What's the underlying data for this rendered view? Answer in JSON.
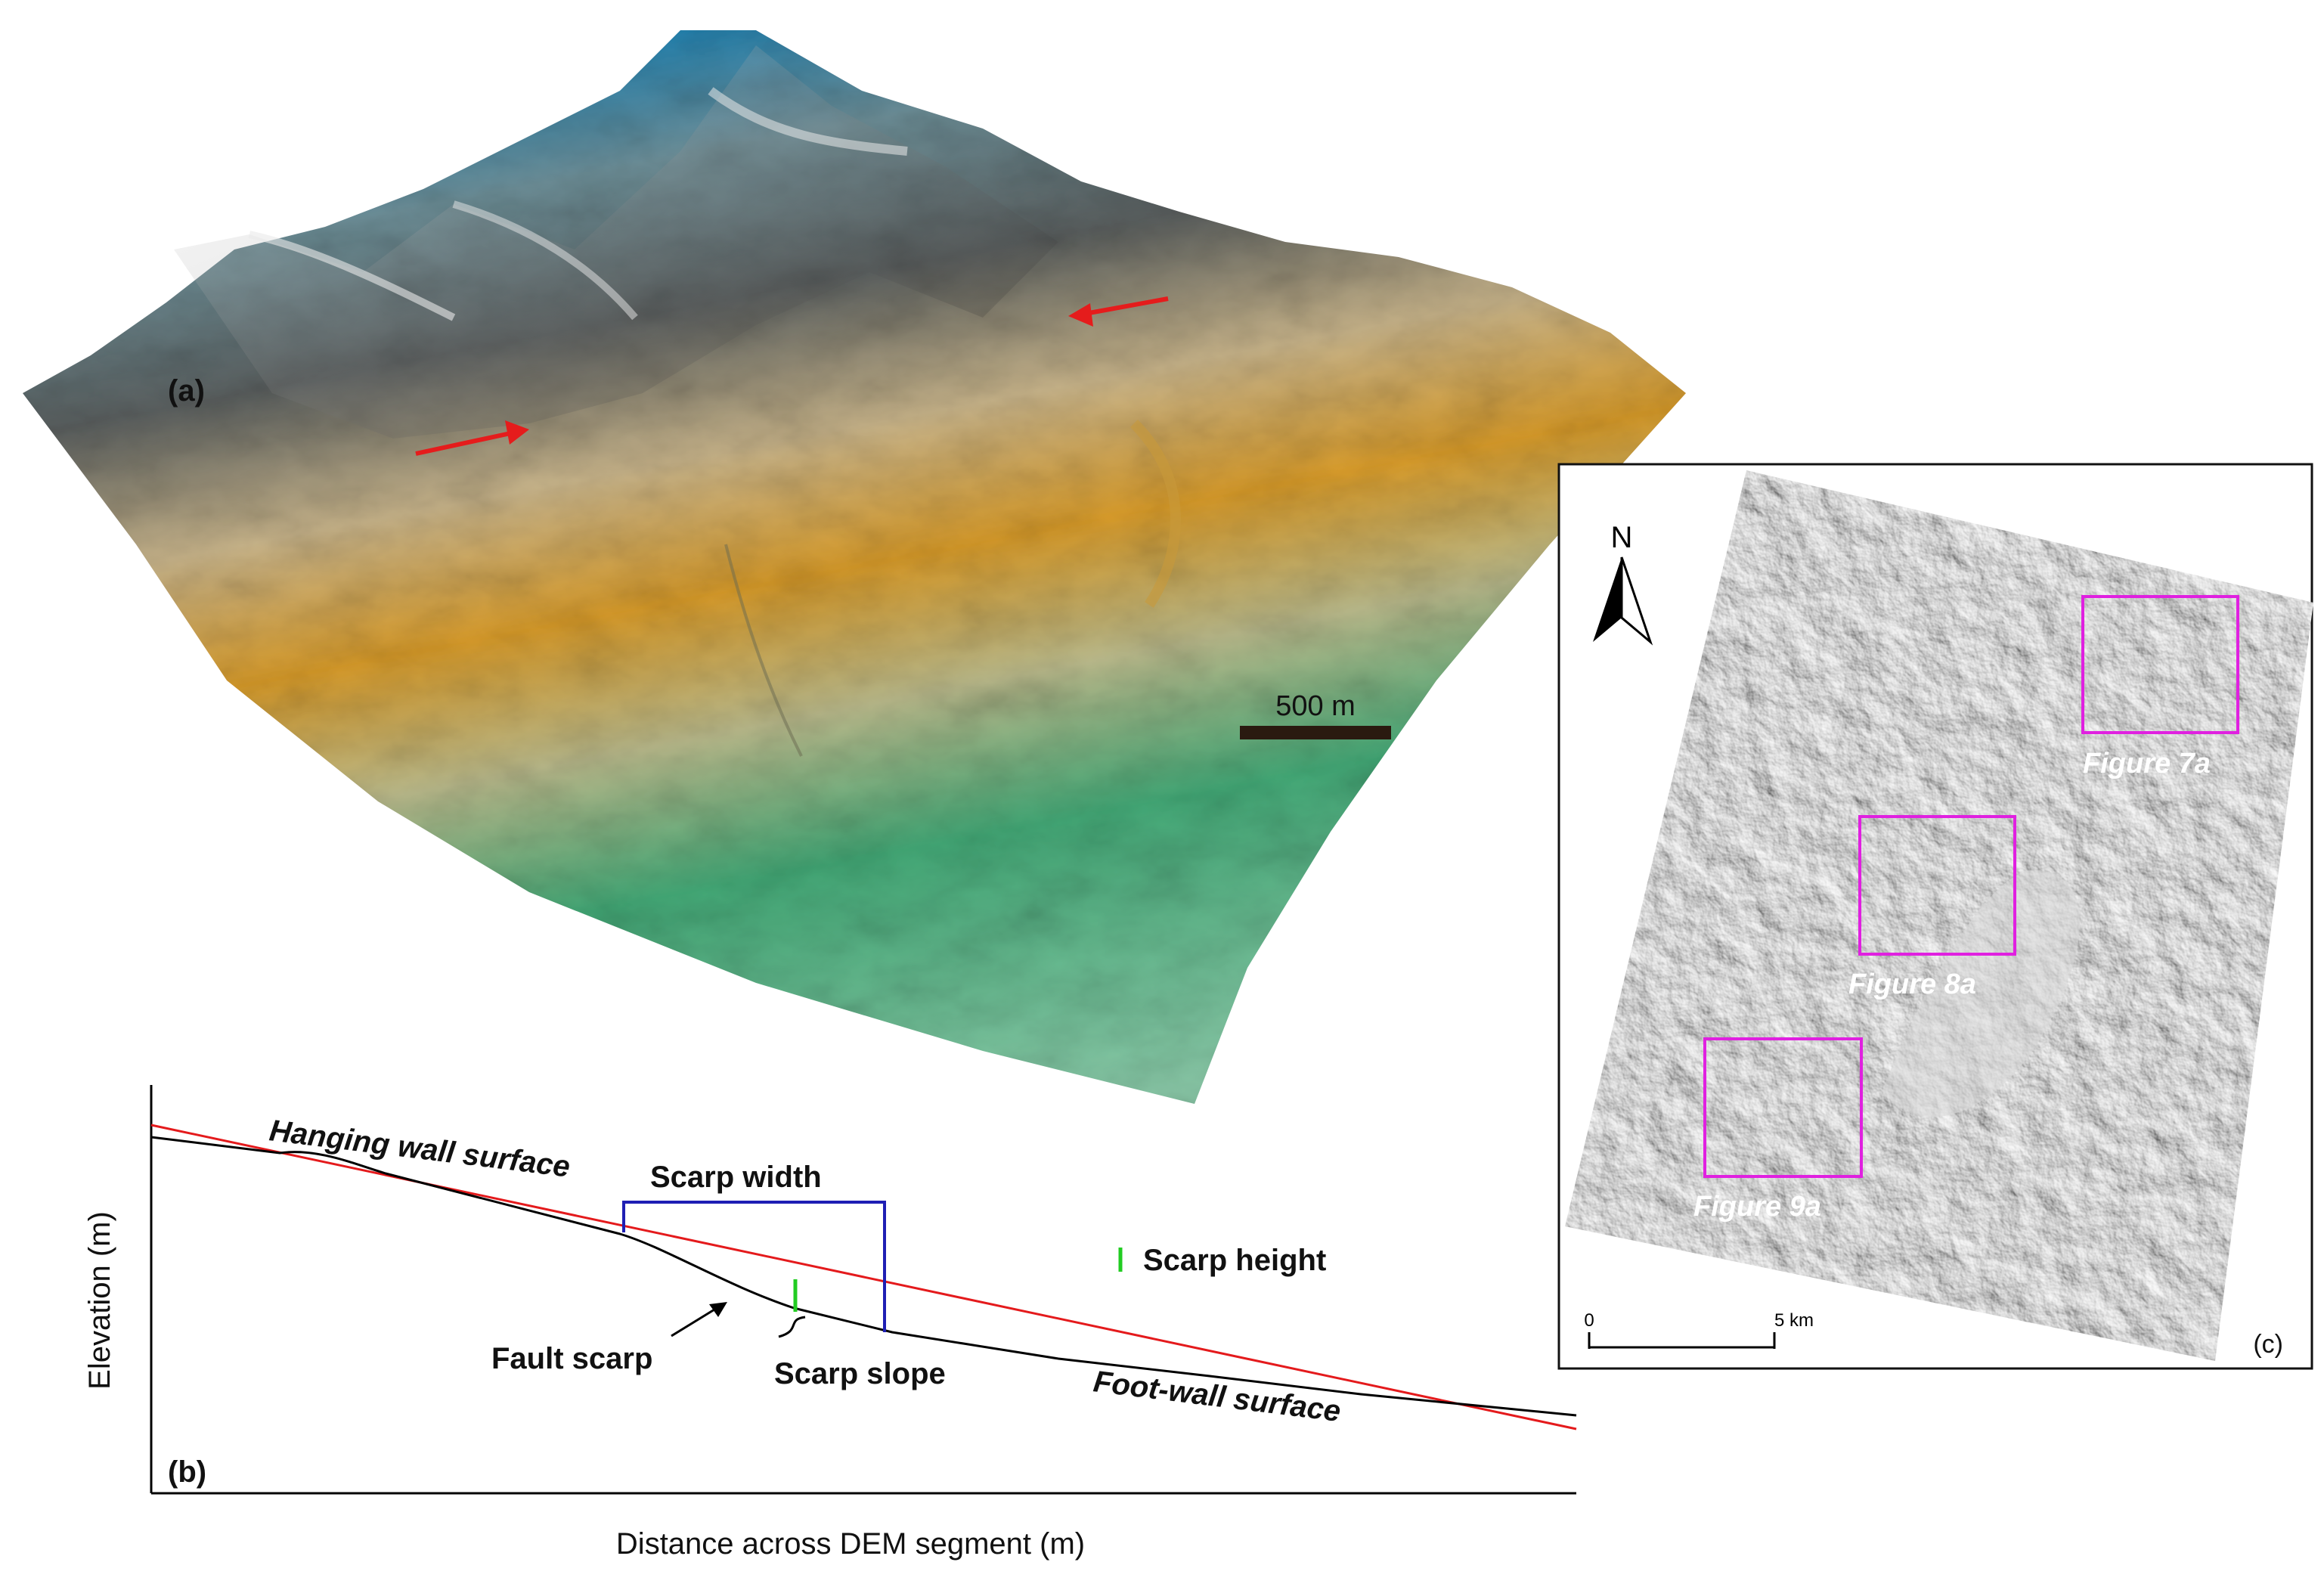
{
  "panel_a": {
    "label": "(a)",
    "scale_bar": {
      "label": "500 m"
    }
  },
  "panel_b": {
    "label": "(b)",
    "xlabel": "Distance across DEM segment (m)",
    "ylabel": "Elevation (m)",
    "annotations": {
      "hanging_wall": "Hanging wall surface",
      "scarp_width": "Scarp width",
      "scarp_height": "Scarp height",
      "fault_scarp": "Fault scarp",
      "scarp_slope": "Scarp slope",
      "foot_wall": "Foot-wall surface"
    },
    "colors": {
      "profile": "#000000",
      "fit_line": "#e41a1c",
      "scarp_width_bracket": "#1f1fb4",
      "scarp_height_marker": "#22cc22"
    }
  },
  "panel_c": {
    "label": "(c)",
    "north_label": "N",
    "scale_bar": {
      "start": "0",
      "end": "5 km"
    },
    "boxes": [
      {
        "label": "Figure 7a"
      },
      {
        "label": "Figure 8a"
      },
      {
        "label": "Figure 9a"
      }
    ],
    "box_color": "#e020e0"
  }
}
